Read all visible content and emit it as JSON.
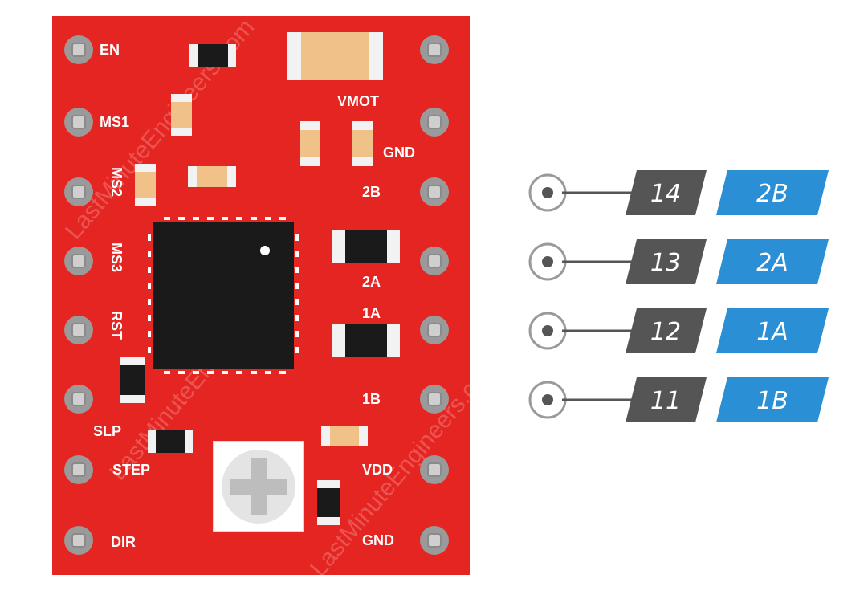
{
  "board": {
    "colors": {
      "pcb": "#e52521",
      "pin_outer": "#9a9a9a",
      "pin_inner": "#cfcfcf",
      "ic": "#1a1a1a",
      "smd_body": "#f0c28a",
      "smd_cap": "#f2f2f2",
      "pot": "#ebebeb",
      "pot_cross": "#bdbdbd"
    },
    "left_labels": {
      "en": "EN",
      "ms1": "MS1",
      "ms2": "MS2",
      "ms3": "MS3",
      "rst": "RST",
      "slp": "SLP",
      "step": "STEP",
      "dir": "DIR"
    },
    "right_labels": {
      "vmot": "VMOT",
      "gnd_top": "GND",
      "b2": "2B",
      "a2": "2A",
      "a1": "1A",
      "b1": "1B",
      "vdd": "VDD",
      "gnd_bottom": "GND"
    },
    "watermark": "LastMinuteEngineers.com"
  },
  "legend": {
    "colors": {
      "number_badge": "#555555",
      "name_badge": "#2a8fd5",
      "line": "#555555",
      "pin_ring": "#9a9a9a"
    },
    "rows": [
      {
        "number": "14",
        "name": "2B"
      },
      {
        "number": "13",
        "name": "2A"
      },
      {
        "number": "12",
        "name": "1A"
      },
      {
        "number": "11",
        "name": "1B"
      }
    ]
  }
}
